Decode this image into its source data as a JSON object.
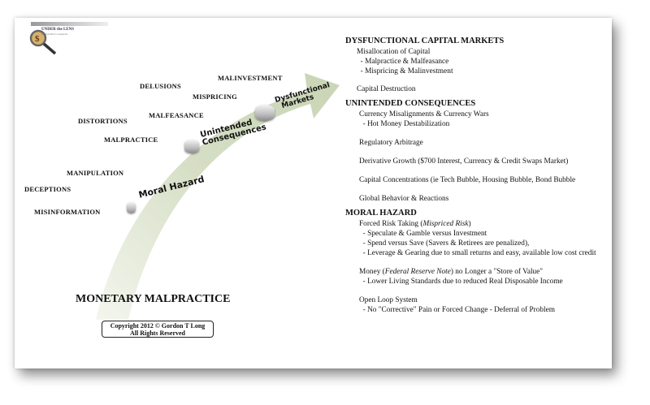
{
  "logo": {
    "name": "UNDER the LENS",
    "tagline": "Global Macro Analysis"
  },
  "keywords": [
    "MALINVESTMENT",
    "DELUSIONS",
    "MISPRICING",
    "MALFEASANCE",
    "DISTORTIONS",
    "MALPRACTICE",
    "MANIPULATION",
    "DECEPTIONS",
    "MISINFORMATION"
  ],
  "stages": {
    "moral_hazard": "Moral Hazard",
    "unintended_1": "Unintended",
    "unintended_2": "Consequences",
    "dysfunctional_1": "Dysfunctional",
    "dysfunctional_2": "Markets"
  },
  "title": "MONETARY MALPRACTICE",
  "copyright": {
    "line1": "Copyright 2012 © Gordon T Long",
    "line2": "All Rights Reserved"
  },
  "sections": [
    {
      "heading": "DYSFUNCTIONAL CAPITAL MARKETS",
      "lines": [
        "Misallocation of Capital",
        "  - Malpractice & Malfeasance",
        "  - Mispricing & Malinvestment",
        "",
        "Capital Destruction"
      ]
    },
    {
      "heading": "UNINTENDED CONSEQUENCES",
      "lines": [
        "Currency Misalignments & Currency Wars",
        "  - Hot Money Destabilization",
        "",
        "Regulatory Arbitrage",
        "",
        "Derivative Growth ($700 Interest, Currency & Credit Swaps Market)",
        "",
        "Capital Concentrations (ie Tech Bubble, Housing Bubble, Bond Bubble",
        "",
        "Global Behavior & Reactions"
      ]
    },
    {
      "heading": "MORAL HAZARD",
      "lines": [
        "Forced Risk Taking (Mispriced Risk)",
        "  - Speculate & Gamble versus Investment",
        "  - Spend versus Save (Savers & Retirees are penalized),",
        "  - Leverage & Gearing due to small returns and easy, available low cost credit",
        "",
        "Money (Federal Reserve Note) no Longer a \"Store of Value\"",
        "  - Lower Living Standards due to reduced Real Disposable Income",
        "",
        "Open Loop System",
        "  - No \"Corrective\" Pain or Forced Change - Deferral of Problem"
      ]
    }
  ]
}
